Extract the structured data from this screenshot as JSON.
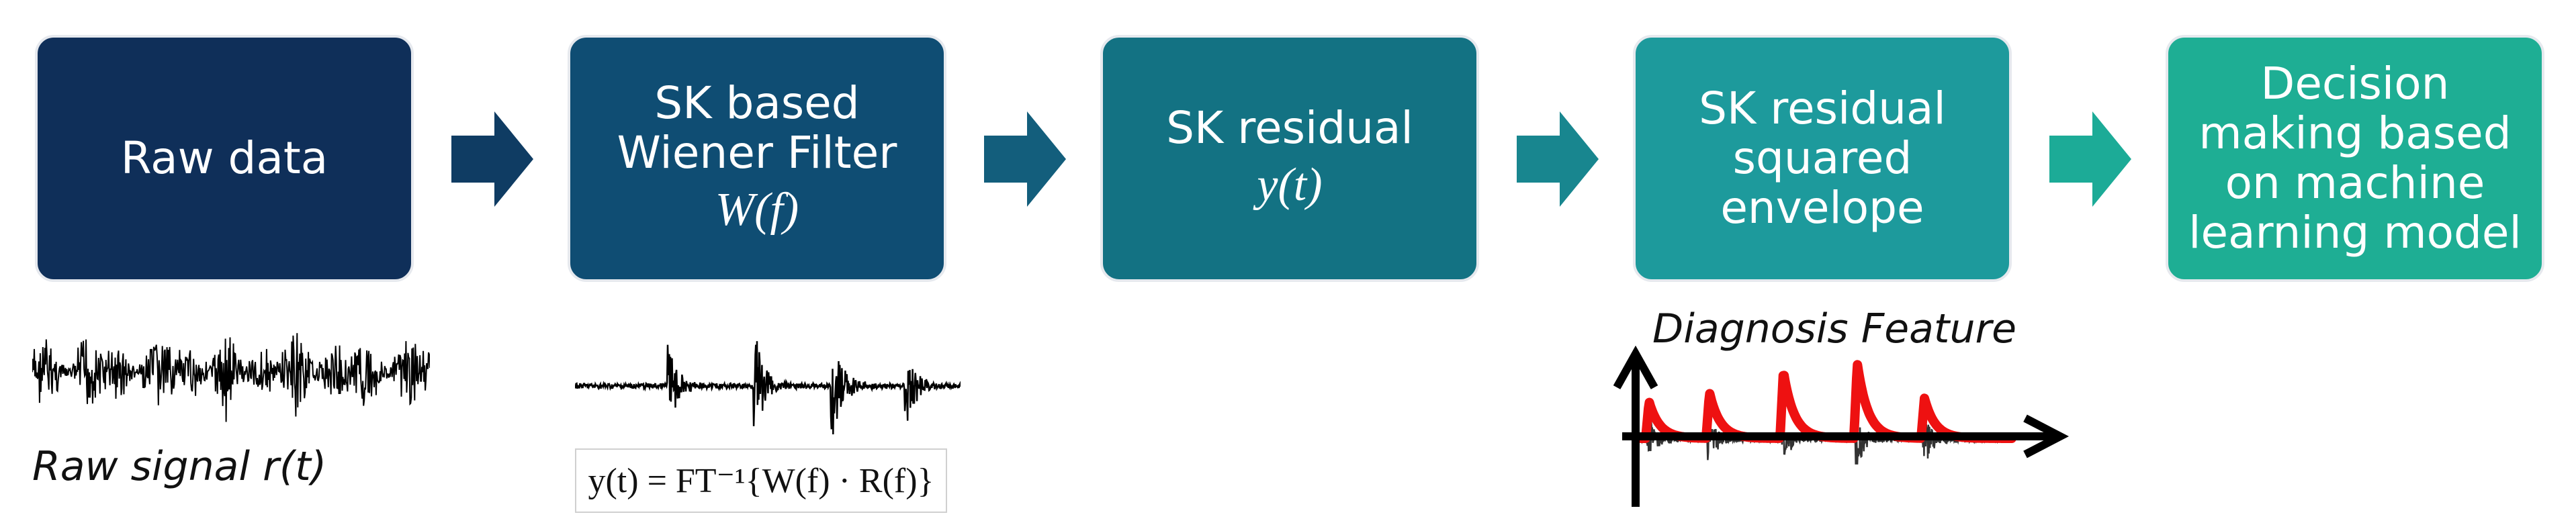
{
  "colors": {
    "step1": "#0f2f59",
    "step2": "#0f4d73",
    "step3": "#137283",
    "step4": "#1d9a9c",
    "step5": "#1eae94",
    "signal": "#000000",
    "envelope": "#ee1111"
  },
  "steps": [
    {
      "lines": [
        "Raw data"
      ],
      "math": ""
    },
    {
      "lines": [
        "SK based",
        "Wiener Filter"
      ],
      "math": "W(f)"
    },
    {
      "lines": [
        "SK residual"
      ],
      "math": "y(t)"
    },
    {
      "lines": [
        "SK residual",
        "squared",
        "envelope"
      ],
      "math": ""
    },
    {
      "lines": [
        "Decision",
        "making based",
        "on machine",
        "learning model"
      ],
      "math": ""
    }
  ],
  "raw_signal_caption": "Raw signal r(t)",
  "formula": "y(t) = FT⁻¹{W(f) · R(f)}",
  "diagnosis_feature_label": "Diagnosis Feature"
}
